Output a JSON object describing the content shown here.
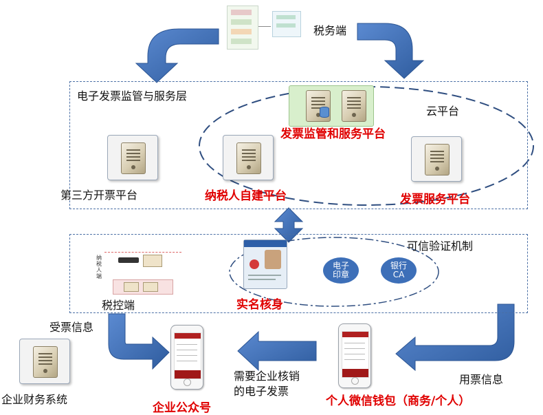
{
  "top": {
    "label": "税务端"
  },
  "monitoring_layer": {
    "title": "电子发票监管与服务层",
    "cloud_label": "云平台",
    "supervision_platform": "发票监管和服务平台",
    "third_party_platform": "第三方开票平台",
    "self_built_platform": "纳税人自建平台",
    "invoice_service_platform": "发票服务平台"
  },
  "trust_layer": {
    "title": "可信验证机制",
    "tax_control": "税控端",
    "real_name": "实名核身",
    "e_seal": "电子印章",
    "bank_ca": "银行CA",
    "tax_control_sub": "纳税人端"
  },
  "bottom": {
    "receive_info": "受票信息",
    "use_info": "用票信息",
    "enterprise_finance": "企业财务系统",
    "enterprise_public": "企业公众号",
    "needs_writeoff": "需要企业核销的电子发票",
    "personal_wallet": "个人微信钱包（商务/个人）"
  },
  "colors": {
    "arrow": "#3f6fb6",
    "red_text": "#e00000",
    "dashed_border": "#4a6fa5"
  }
}
